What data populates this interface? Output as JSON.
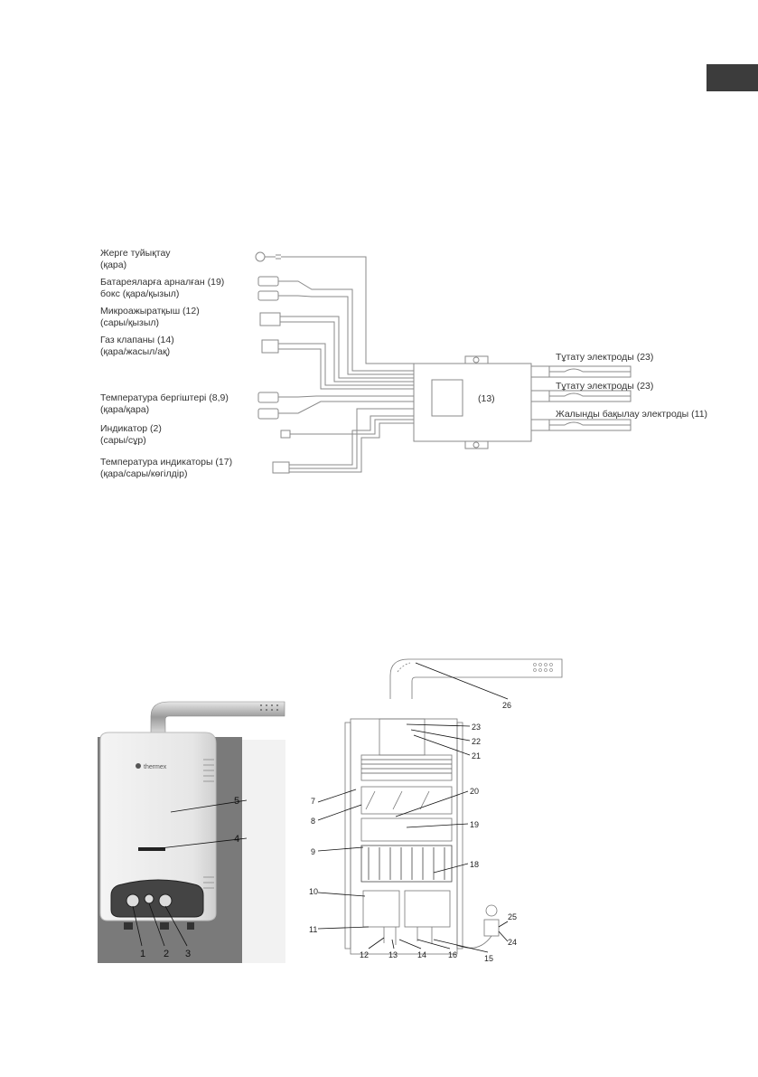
{
  "wiring": {
    "left_labels": [
      {
        "line1": "Жерге туйықтау",
        "line2": "(қара)"
      },
      {
        "line1": "Батареяларға арналған (19)",
        "line2": "бокс (қара/қызыл)"
      },
      {
        "line1": "Микроажыратқыш (12)",
        "line2": "(сары/қызыл)"
      },
      {
        "line1": "Газ клапаны (14)",
        "line2": "(қара/жасыл/ақ)"
      },
      {
        "line1": "Температура бергіштері (8,9)",
        "line2": "(қара/қара)"
      },
      {
        "line1": "Индикатор (2)",
        "line2": "(сары/сұр)"
      },
      {
        "line1": "Температура индикаторы (17)",
        "line2": "(қара/сары/көгілдір)"
      }
    ],
    "right_labels": [
      "Тұтату электроды (23)",
      "Тұтату электроды (23)",
      "Жалынды бақылау электроды (11)"
    ],
    "controller_label": "(13)"
  },
  "heater": {
    "brand": "thermex",
    "callouts": [
      "1",
      "2",
      "3",
      "4",
      "5"
    ]
  },
  "exploded": {
    "callouts": [
      "26",
      "23",
      "22",
      "21",
      "7",
      "20",
      "8",
      "19",
      "9",
      "18",
      "10",
      "25",
      "24",
      "11",
      "12",
      "13",
      "14",
      "16",
      "15"
    ]
  }
}
